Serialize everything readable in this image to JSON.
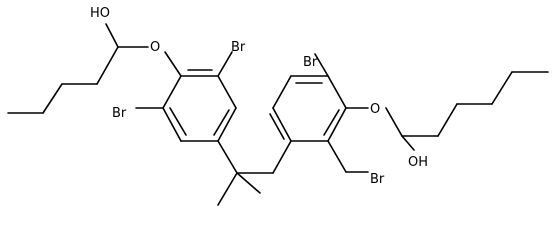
{
  "colors": {
    "bond": "#000000",
    "label": "#000000",
    "background": "#ffffff"
  },
  "atoms": {
    "hydroxyl_left": "HO",
    "ether_o_left": "O",
    "br_upper_left_ring": "Br",
    "br_lower_left_ring": "Br",
    "br_upper_right_ring": "Br",
    "ether_o_right": "O",
    "br_lower_right_ring": "Br",
    "hydroxyl_right": "OH"
  }
}
